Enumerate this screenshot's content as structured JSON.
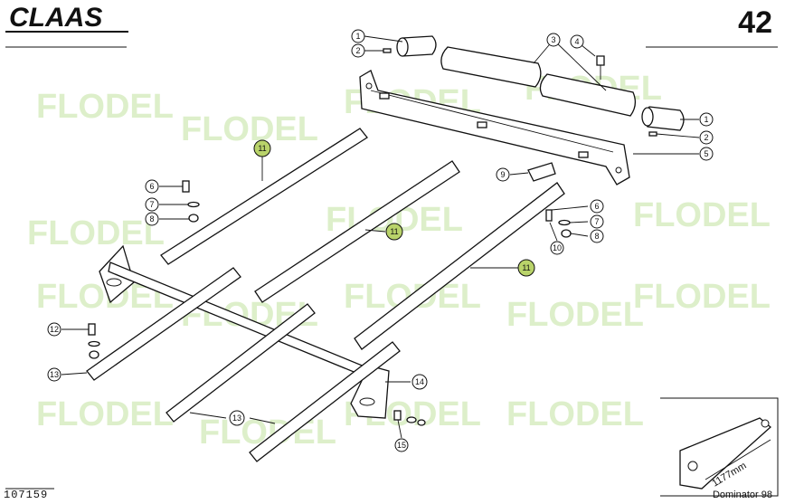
{
  "header": {
    "brand": "CLAAS",
    "page_number": "42"
  },
  "footer": {
    "drawing_number": "107159",
    "model": "Dominator 98"
  },
  "watermark": {
    "text": "FLODEL",
    "color": "#9fd36a"
  },
  "callouts": {
    "c1": "1",
    "c2": "2",
    "c3": "3",
    "c4": "4",
    "c5": "5",
    "c6": "6",
    "c7": "7",
    "c8": "8",
    "c9": "9",
    "c10": "10",
    "c11": "11",
    "c12": "12",
    "c13": "13",
    "c14": "14",
    "c15": "15"
  },
  "inset": {
    "dimension": "1177mm"
  },
  "colors": {
    "highlight": "#b9d36a",
    "line": "#111111"
  }
}
